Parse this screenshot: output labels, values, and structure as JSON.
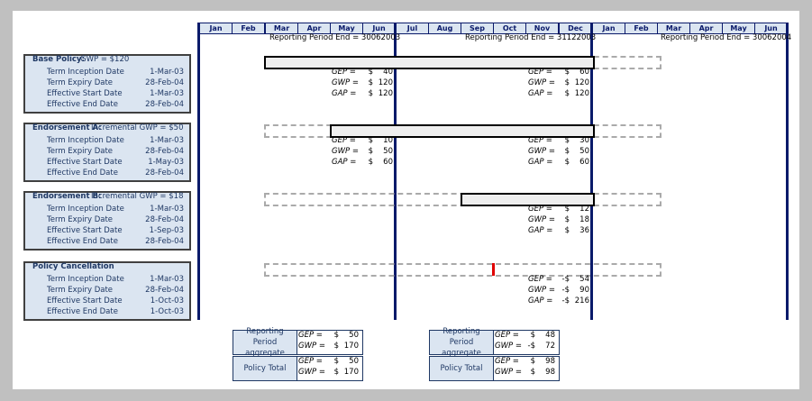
{
  "months": [
    "Jan",
    "Feb",
    "Mar",
    "Apr",
    "May",
    "Jun",
    "Jul",
    "Aug",
    "Sep",
    "Oct",
    "Nov",
    "Dec",
    "Jan",
    "Feb",
    "Mar",
    "Apr",
    "May",
    "Jun"
  ],
  "reporting": {
    "p1": "Reporting Period End = 30062003",
    "p2": "Reporting Period End = 31122003",
    "p3": "Reporting Period End = 30062004"
  },
  "sections": [
    {
      "title_prefix": "Base Policy:",
      "title_rest": " GWP = $120",
      "rows": [
        {
          "label": "Term Inception Date",
          "value": "1-Mar-03"
        },
        {
          "label": "Term Expiry Date",
          "value": "28-Feb-04"
        },
        {
          "label": "Effective Start Date",
          "value": "1-Mar-03"
        },
        {
          "label": "Effective End Date",
          "value": "28-Feb-04"
        }
      ],
      "p1": [
        {
          "key": "GEP =",
          "sign": "$",
          "val": "40"
        },
        {
          "key": "GWP =",
          "sign": "$",
          "val": "120"
        },
        {
          "key": "GAP =",
          "sign": "$",
          "val": "120"
        }
      ],
      "p2": [
        {
          "key": "GEP =",
          "sign": "$",
          "val": "60"
        },
        {
          "key": "GWP =",
          "sign": "$",
          "val": "120"
        },
        {
          "key": "GAP =",
          "sign": "$",
          "val": "120"
        }
      ]
    },
    {
      "title_prefix": "Endorsement A:",
      "title_rest": " Incremental GWP = $50",
      "rows": [
        {
          "label": "Term Inception Date",
          "value": "1-Mar-03"
        },
        {
          "label": "Term Expiry Date",
          "value": "28-Feb-04"
        },
        {
          "label": "Effective Start Date",
          "value": "1-May-03"
        },
        {
          "label": "Effective End Date",
          "value": "28-Feb-04"
        }
      ],
      "p1": [
        {
          "key": "GEP =",
          "sign": "$",
          "val": "10"
        },
        {
          "key": "GWP =",
          "sign": "$",
          "val": "50"
        },
        {
          "key": "GAP =",
          "sign": "$",
          "val": "60"
        }
      ],
      "p2": [
        {
          "key": "GEP =",
          "sign": "$",
          "val": "30"
        },
        {
          "key": "GWP =",
          "sign": "$",
          "val": "50"
        },
        {
          "key": "GAP =",
          "sign": "$",
          "val": "60"
        }
      ]
    },
    {
      "title_prefix": "Endorsement B:",
      "title_rest": " Incremental GWP = $18",
      "rows": [
        {
          "label": "Term Inception Date",
          "value": "1-Mar-03"
        },
        {
          "label": "Term Expiry Date",
          "value": "28-Feb-04"
        },
        {
          "label": "Effective Start Date",
          "value": "1-Sep-03"
        },
        {
          "label": "Effective End Date",
          "value": "28-Feb-04"
        }
      ],
      "p2": [
        {
          "key": "GEP =",
          "sign": "$",
          "val": "12"
        },
        {
          "key": "GWP =",
          "sign": "$",
          "val": "18"
        },
        {
          "key": "GAP =",
          "sign": "$",
          "val": "36"
        }
      ]
    },
    {
      "title_prefix": "Policy Cancellation",
      "title_rest": "",
      "rows": [
        {
          "label": "Term Inception Date",
          "value": "1-Mar-03"
        },
        {
          "label": "Term Expiry Date",
          "value": "28-Feb-04"
        },
        {
          "label": "Effective Start Date",
          "value": "1-Oct-03"
        },
        {
          "label": "Effective End Date",
          "value": "1-Oct-03"
        }
      ],
      "p2": [
        {
          "key": "GEP =",
          "sign": "-$",
          "val": "54"
        },
        {
          "key": "GWP =",
          "sign": "-$",
          "val": "90"
        },
        {
          "key": "GAP =",
          "sign": "-$",
          "val": "216"
        }
      ]
    }
  ],
  "summary": {
    "left": {
      "agg_label": "Reporting Period aggregate",
      "agg": [
        {
          "key": "GEP =",
          "sign": "$",
          "val": "50"
        },
        {
          "key": "GWP =",
          "sign": "$",
          "val": "170"
        }
      ],
      "total_label": "Policy Total",
      "total": [
        {
          "key": "GEP =",
          "sign": "$",
          "val": "50"
        },
        {
          "key": "GWP =",
          "sign": "$",
          "val": "170"
        }
      ]
    },
    "right": {
      "agg_label": "Reporting Period aggregate",
      "agg": [
        {
          "key": "GEP =",
          "sign": "$",
          "val": "48"
        },
        {
          "key": "GWP =",
          "sign": "-$",
          "val": "72"
        }
      ],
      "total_label": "Policy Total",
      "total": [
        {
          "key": "GEP =",
          "sign": "$",
          "val": "98"
        },
        {
          "key": "GWP =",
          "sign": "$",
          "val": "98"
        }
      ]
    }
  },
  "colors": {
    "navy": "#0a1a6a",
    "light_blue": "#dbe5f1",
    "cancel_red": "#e00000"
  }
}
